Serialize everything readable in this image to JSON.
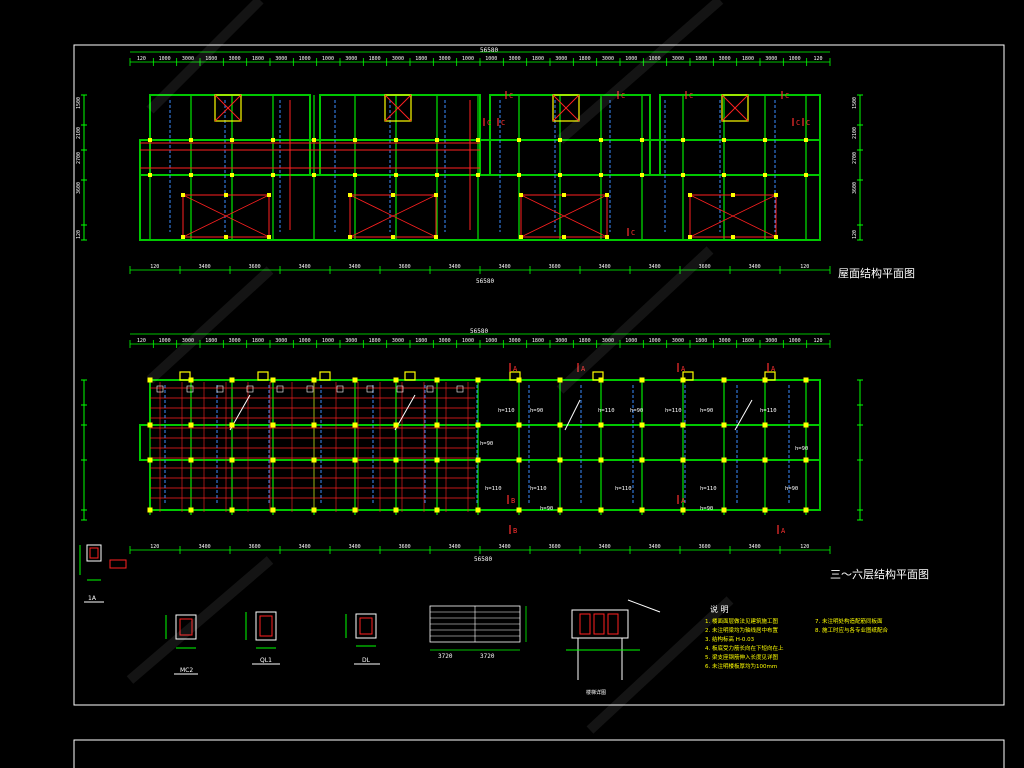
{
  "drawing": {
    "colors": {
      "background": "#000000",
      "frame": "#ffffff",
      "dimension": "#00ff00",
      "beam": "#00c800",
      "rebar": "#ff2020",
      "column": "#ffff00",
      "hidden_beam": "#3a8cff",
      "text_white": "#ffffff",
      "text_yellow": "#ffff00",
      "mark": "#ff3030"
    },
    "plan1": {
      "title": "屋面结构平面图",
      "total_dim": "56580",
      "top_dims": [
        "120",
        "1000",
        "3000",
        "1800",
        "3000",
        "1800",
        "3000",
        "1000",
        "1000",
        "3000",
        "1800",
        "3000",
        "1800",
        "3000",
        "1000",
        "1000",
        "3000",
        "1800",
        "3000",
        "1800",
        "3000",
        "1000",
        "1000",
        "3000",
        "1800",
        "3000",
        "1800",
        "3000",
        "1000",
        "120"
      ],
      "bottom_dims": [
        "120",
        "3400",
        "3600",
        "3400",
        "3400",
        "3600",
        "3400",
        "3400",
        "3600",
        "3400",
        "3400",
        "3600",
        "3400",
        "120"
      ],
      "left_dims": [
        "1500",
        "2100",
        "2700",
        "3600",
        "120"
      ],
      "section_marks": [
        "C",
        "C",
        "C",
        "C",
        "C",
        "C",
        "C",
        "C",
        "C"
      ]
    },
    "plan2": {
      "title": "三～六层结构平面图",
      "total_dim": "56580",
      "slab_marks": [
        "h=110",
        "h=90",
        "h=110",
        "h=90",
        "h=110",
        "h=90",
        "h=110",
        "h=90",
        "h=110",
        "h=110",
        "h=110",
        "h=110",
        "h=90",
        "h=90",
        "h=90",
        "h=90"
      ],
      "section_marks": [
        "A",
        "A",
        "A",
        "A",
        "B",
        "B",
        "A",
        "A"
      ]
    },
    "details": {
      "sec_1a": "1A",
      "mc2": "MC2",
      "ql1": "QL1",
      "dl": "DL",
      "stair_dims": [
        "3720",
        "3720"
      ],
      "stair_title": "楼梯详图"
    },
    "notes": {
      "heading": "说 明",
      "items": [
        "1. 楼面面层做法见建筑施工图",
        "2. 未注明梁均为轴线居中布置",
        "3. 结构标高 H-0.03",
        "4. 板底受力筋长向在下短向在上",
        "5. 梁支座钢筋伸入长度见详图",
        "6. 未注明楼板厚均为100mm",
        "7. 未注明处构造配筋同板面",
        "8. 施工时应与各专业图纸配合"
      ]
    }
  }
}
